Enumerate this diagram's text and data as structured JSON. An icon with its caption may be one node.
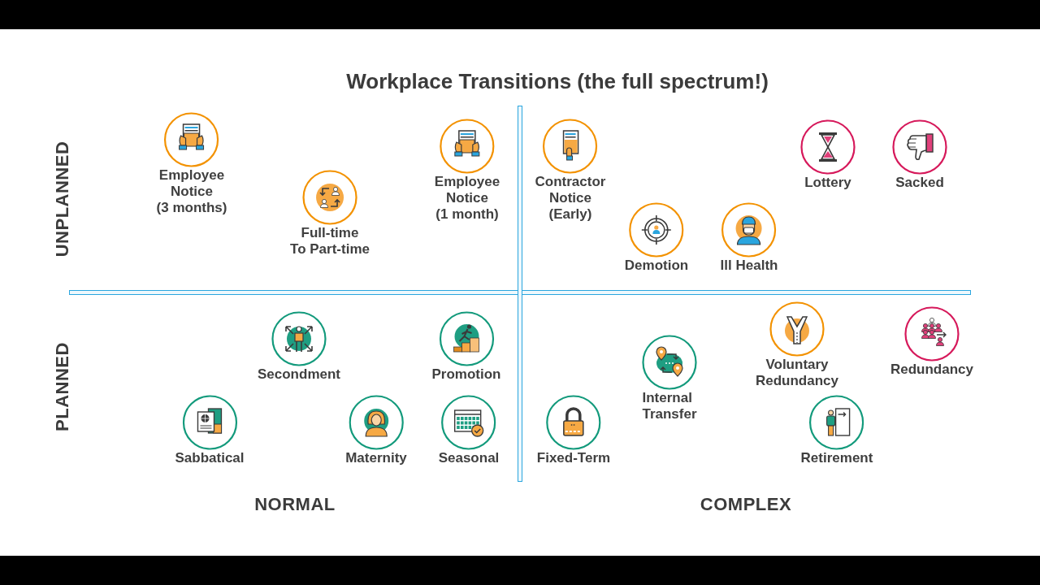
{
  "diagram": {
    "title": "Workplace Transitions (the full spectrum!)",
    "nodes": [
      {
        "text": [
          "Employee Notice (3 months)"
        ]
      },
      {
        "text": [
          "Employee Notice (1 month)"
        ]
      },
      {
        "text": [
          "Contractor Notice (Early)"
        ]
      },
      {
        "text": [
          "Lottery"
        ]
      },
      {
        "text": [
          "Sacked"
        ]
      },
      {
        "text": [
          "Full-time To Part-time"
        ]
      },
      {
        "text": [
          "Demotion"
        ]
      },
      {
        "text": [
          "Ill Health"
        ]
      },
      {
        "text": [
          "Voluntary Redundancy"
        ]
      },
      {
        "text": [
          "Redundancy"
        ]
      },
      {
        "text": [
          "Secondment"
        ]
      },
      {
        "text": [
          "Promotion"
        ]
      },
      {
        "text": [
          "Internal Transfer"
        ]
      },
      {
        "text": [
          "Sabbatical"
        ]
      },
      {
        "text": [
          "Maternity"
        ]
      },
      {
        "text": [
          "Seasonal"
        ]
      },
      {
        "text": [
          "Fixed-Term"
        ]
      },
      {
        "text": [
          "Retirement"
        ]
      }
    ],
    "labels": [
      "UNPLANNED",
      "PLANNED",
      "NORMAL",
      "COMPLEX"
    ]
  }
}
